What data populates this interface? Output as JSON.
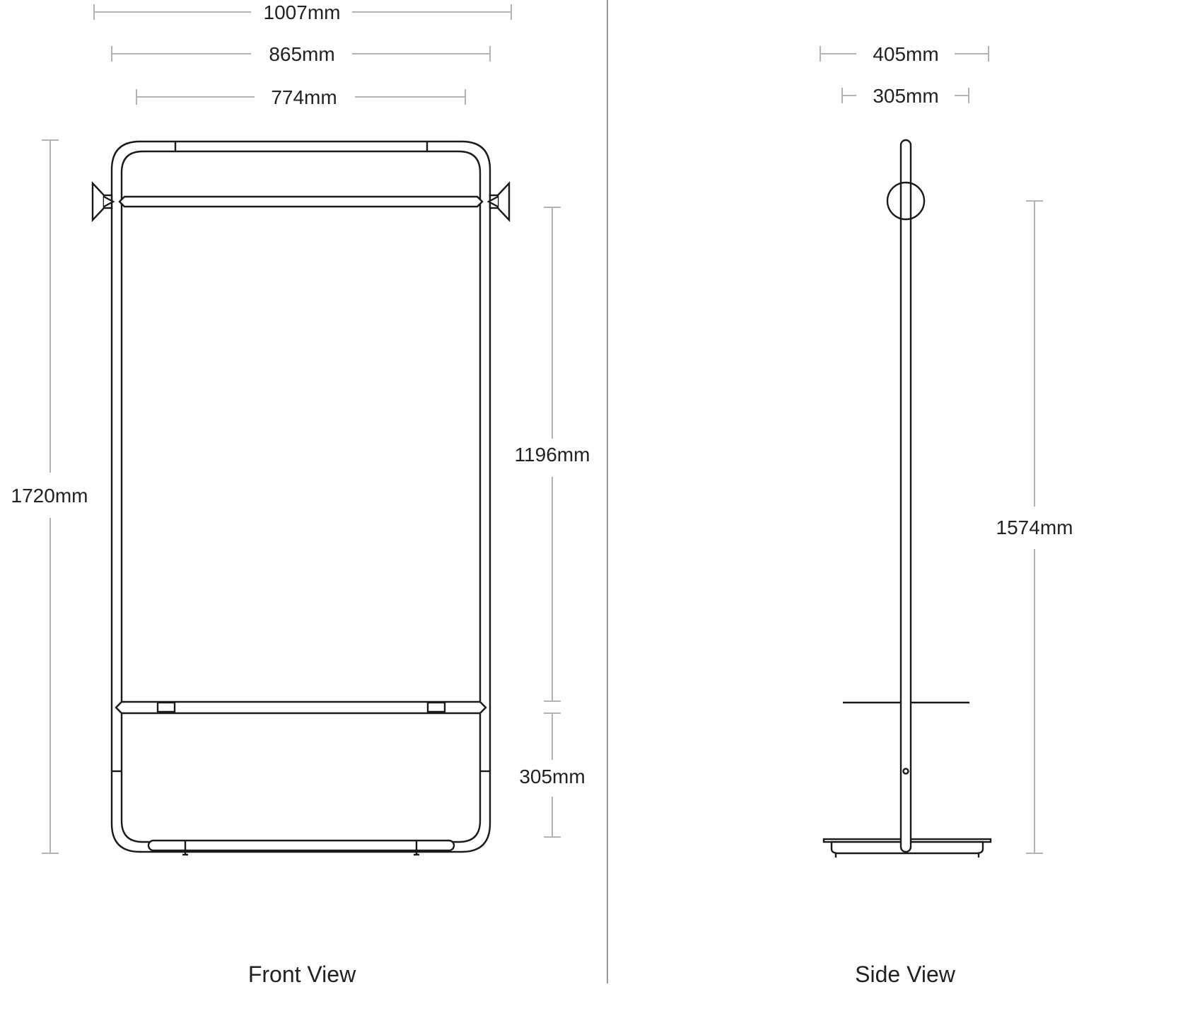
{
  "front_view": {
    "title": "Front View",
    "dimensions": {
      "overall_width": "1007mm",
      "frame_width": "865mm",
      "inner_width": "774mm",
      "overall_height": "1720mm",
      "rail_to_shelf": "1196mm",
      "shelf_to_base": "305mm"
    }
  },
  "side_view": {
    "title": "Side View",
    "dimensions": {
      "base_depth": "405mm",
      "shelf_depth": "305mm",
      "rail_height": "1574mm"
    }
  },
  "colors": {
    "object_line": "#1a1a1a",
    "dimension_line": "#b3b3b3",
    "divider": "#9a9a9a"
  }
}
